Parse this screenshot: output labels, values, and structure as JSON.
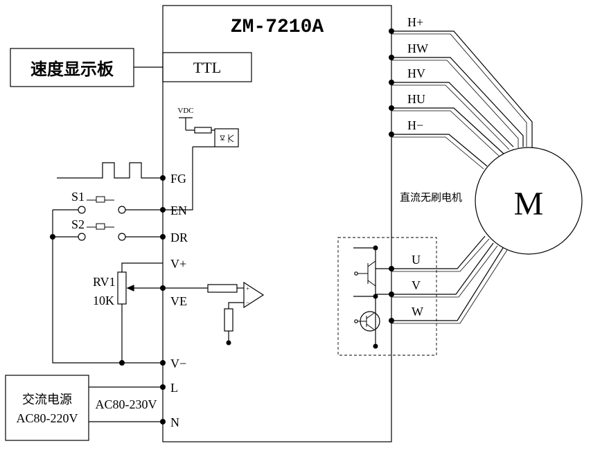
{
  "controller": {
    "model": "ZM-7210A",
    "ttl_label": "TTL",
    "speed_board": "速度显示板",
    "vdc_label": "VDC"
  },
  "pins_left": {
    "fg": "FG",
    "en": "EN",
    "dr": "DR",
    "v_plus": "V+",
    "ve": "VE",
    "v_minus": "V−",
    "l": "L",
    "n": "N"
  },
  "pins_right": {
    "h_plus": "H+",
    "hw": "HW",
    "hv": "HV",
    "hu": "HU",
    "h_minus": "H−",
    "u": "U",
    "v": "V",
    "w": "W"
  },
  "switches": {
    "s1": "S1",
    "s2": "S2"
  },
  "potentiometer": {
    "name": "RV1",
    "value": "10K"
  },
  "power": {
    "source_line1": "交流电源",
    "source_line2": "AC80-220V",
    "input_voltage": "AC80-230V"
  },
  "motor": {
    "type_label": "直流无刷电机",
    "symbol": "M"
  },
  "opamp": {
    "plus": "+",
    "minus": "−"
  }
}
